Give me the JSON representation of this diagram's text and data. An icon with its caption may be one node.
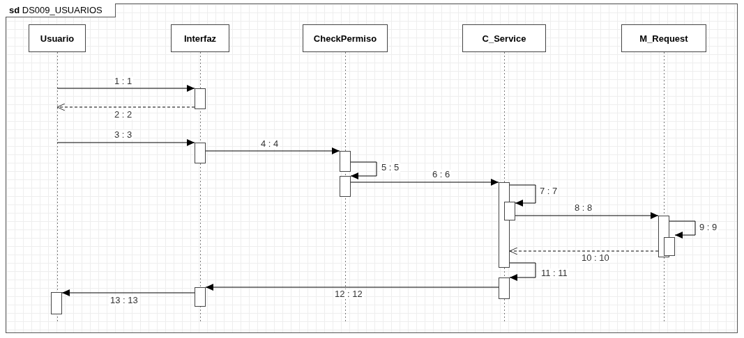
{
  "diagram": {
    "title": "**sd** DS009_USUARIOS",
    "nodes": [
      {
        "text": [
          "Usuario"
        ]
      },
      {
        "text": [
          "Interfaz"
        ]
      },
      {
        "text": [
          "CheckPermiso"
        ]
      },
      {
        "text": [
          "C_Service"
        ]
      },
      {
        "text": [
          "M_Request"
        ]
      },
      {
        "text": [],
        "shape": "bar",
        "in": 0
      },
      {
        "text": [],
        "shape": "bar",
        "in": 1
      },
      {
        "text": [],
        "shape": "bar",
        "in": 1
      },
      {
        "text": [],
        "shape": "bar",
        "in": 1
      },
      {
        "text": [],
        "shape": "bar",
        "in": 2
      },
      {
        "text": [],
        "shape": "bar",
        "in": 2
      },
      {
        "text": [],
        "shape": "bar",
        "in": 3
      },
      {
        "text": [],
        "shape": "bar",
        "in": 3
      },
      {
        "text": [],
        "shape": "bar",
        "in": 3
      },
      {
        "text": [],
        "shape": "bar",
        "in": 4
      },
      {
        "text": [],
        "shape": "bar",
        "in": 4
      }
    ],
    "edges": [
      {
        "from": 0,
        "to": 6,
        "arrow": "to",
        "label": "1 : 1"
      },
      {
        "from": 6,
        "to": 0,
        "arrow": "to",
        "label": "2 : 2",
        "style": "dashed"
      },
      {
        "from": 0,
        "to": 7,
        "arrow": "to",
        "label": "3 : 3"
      },
      {
        "from": 7,
        "to": 9,
        "arrow": "to",
        "label": "4 : 4"
      },
      {
        "from": 9,
        "to": 10,
        "arrow": "to",
        "label": "5 : 5"
      },
      {
        "from": 10,
        "to": 11,
        "arrow": "to",
        "label": "6 : 6"
      },
      {
        "from": 11,
        "to": 12,
        "arrow": "to",
        "label": "7 : 7"
      },
      {
        "from": 12,
        "to": 14,
        "arrow": "to",
        "label": "8 : 8"
      },
      {
        "from": 14,
        "to": 15,
        "arrow": "to",
        "label": "9 : 9"
      },
      {
        "from": 14,
        "to": 11,
        "arrow": "to",
        "label": "10 : 10",
        "style": "dashed"
      },
      {
        "from": 11,
        "to": 13,
        "arrow": "to",
        "label": "11 : 11"
      },
      {
        "from": 13,
        "to": 8,
        "arrow": "to",
        "label": "12 : 12"
      },
      {
        "from": 8,
        "to": 5,
        "arrow": "to",
        "label": "13 : 13"
      }
    ]
  }
}
